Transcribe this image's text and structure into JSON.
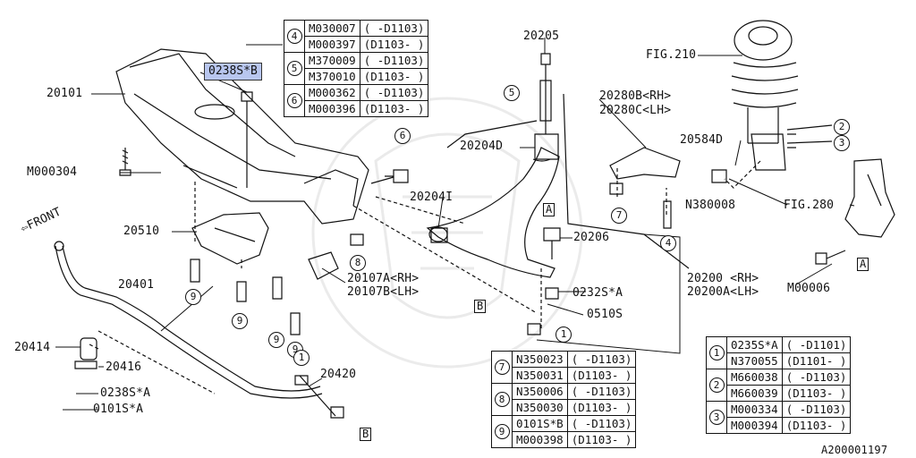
{
  "diagram_id": "A200001197",
  "front_label": "FRONT",
  "highlight_label": "0238S*B",
  "callouts": {
    "c20101": "20101",
    "c000304": "M000304",
    "c20510": "20510",
    "c20401": "20401",
    "c20414": "20414",
    "c20416": "20416",
    "c0238a": "0238S*A",
    "c0101a": "0101S*A",
    "c20420": "20420",
    "c20205": "20205",
    "c20204d": "20204D",
    "c20204i": "20204I",
    "c20206": "20206",
    "c20280b": "20280B<RH>",
    "c20280c": "20280C<LH>",
    "c20107a": "20107A<RH>",
    "c20107b": "20107B<LH>",
    "c0232a": "0232S*A",
    "c0510": "0510S",
    "c20200": "20200 <RH>",
    "c20200a": "20200A<LH>",
    "cfig210": "FIG.210",
    "c20584d": "20584D",
    "c380008": "N380008",
    "cfig280": "FIG.280",
    "cm00006": "M00006"
  },
  "circled": [
    "1",
    "2",
    "3",
    "4",
    "5",
    "6",
    "7",
    "8",
    "9"
  ],
  "boxed": [
    "A",
    "B"
  ],
  "table_top": [
    {
      "num": "4",
      "part": "M030007",
      "range": "( -D1103)"
    },
    {
      "num": "",
      "part": "M000397",
      "range": "(D1103- )"
    },
    {
      "num": "5",
      "part": "M370009",
      "range": "( -D1103)"
    },
    {
      "num": "",
      "part": "M370010",
      "range": "(D1103- )"
    },
    {
      "num": "6",
      "part": "M000362",
      "range": "( -D1103)"
    },
    {
      "num": "",
      "part": "M000396",
      "range": "(D1103- )"
    }
  ],
  "table_mid": [
    {
      "num": "7",
      "part": "N350023",
      "range": "( -D1103)"
    },
    {
      "num": "",
      "part": "N350031",
      "range": "(D1103- )"
    },
    {
      "num": "8",
      "part": "N350006",
      "range": "( -D1103)"
    },
    {
      "num": "",
      "part": "N350030",
      "range": "(D1103- )"
    },
    {
      "num": "9",
      "part": "0101S*B",
      "range": "( -D1103)"
    },
    {
      "num": "",
      "part": "M000398",
      "range": "(D1103- )"
    }
  ],
  "table_right": [
    {
      "num": "1",
      "part": "0235S*A",
      "range": "( -D1101)"
    },
    {
      "num": "",
      "part": "N370055",
      "range": "(D1101- )"
    },
    {
      "num": "2",
      "part": "M660038",
      "range": "( -D1103)"
    },
    {
      "num": "",
      "part": "M660039",
      "range": "(D1103- )"
    },
    {
      "num": "3",
      "part": "M000334",
      "range": "( -D1103)"
    },
    {
      "num": "",
      "part": "M000394",
      "range": "(D1103- )"
    }
  ]
}
